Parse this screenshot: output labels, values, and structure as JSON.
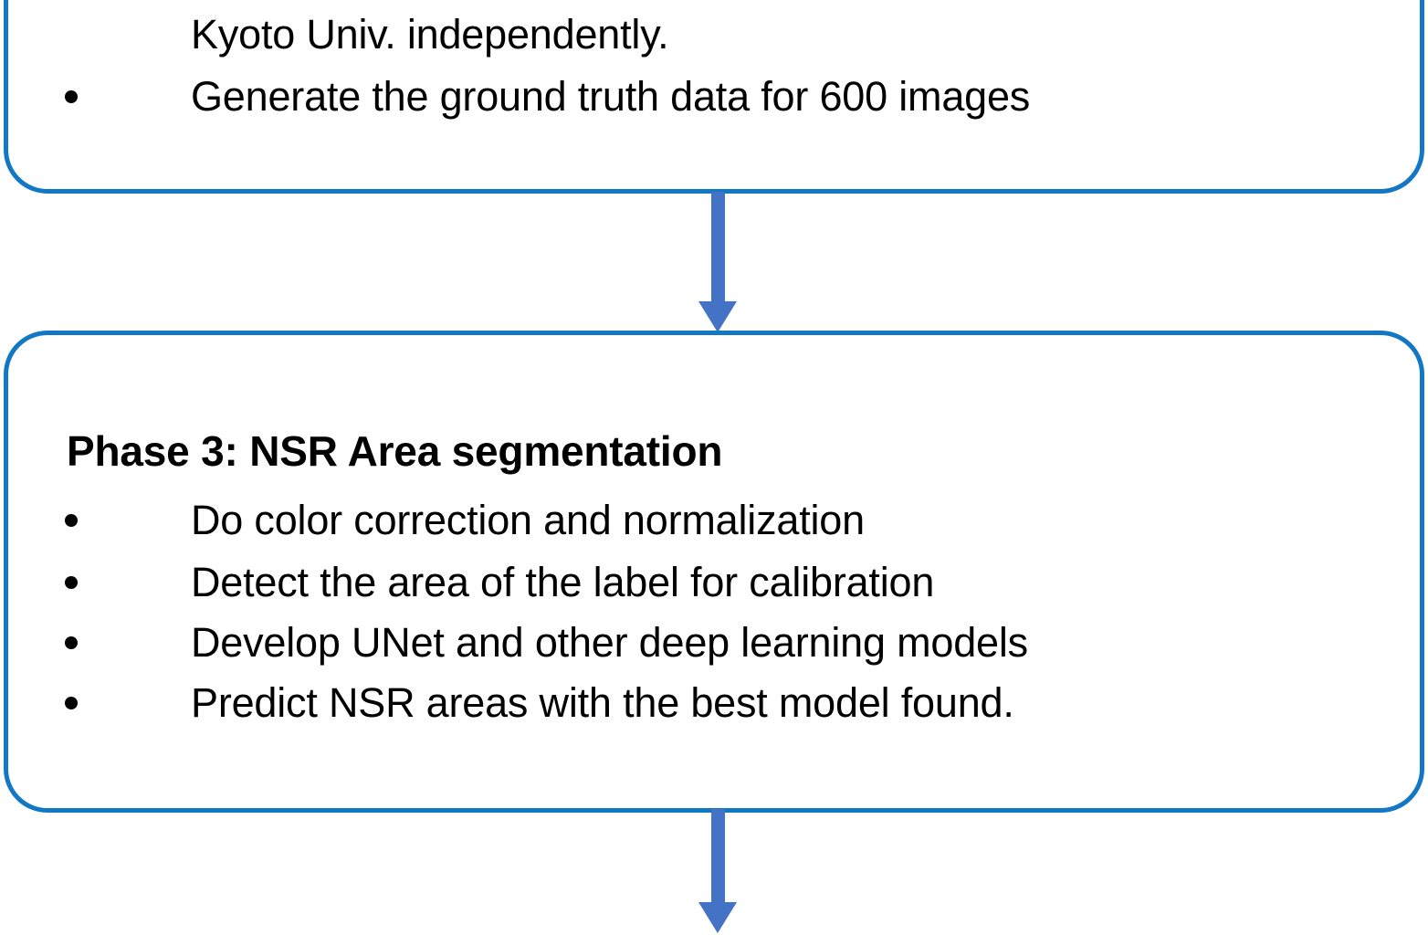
{
  "diagram": {
    "title": "Research workflow flowchart (partial view)",
    "colors": {
      "box_border": "#1277C4",
      "arrow": "#4472C4",
      "box_fill": "#FFFFFF",
      "text": "#000000"
    },
    "nodes": [
      {
        "id": "phase2",
        "shape": "rounded-rectangle",
        "clipped": "top",
        "heading": "",
        "lines": [
          {
            "bullet": false,
            "text": "Kyoto Univ. independently."
          },
          {
            "bullet": true,
            "text": "Generate the ground truth data for 600 images"
          }
        ]
      },
      {
        "id": "phase3",
        "shape": "rounded-rectangle",
        "clipped": "none",
        "heading": "Phase 3: NSR Area segmentation",
        "lines": [
          {
            "bullet": true,
            "text": "Do color correction and normalization"
          },
          {
            "bullet": true,
            "text": "Detect the area of the label for calibration"
          },
          {
            "bullet": true,
            "text": "Develop UNet and other deep learning models"
          },
          {
            "bullet": true,
            "text": "Predict NSR areas with the best model found."
          }
        ]
      }
    ],
    "connectors": [
      {
        "id": "arrow-1",
        "from": "phase2",
        "to": "phase3",
        "direction": "down"
      },
      {
        "id": "arrow-2",
        "from": "phase3",
        "to": "",
        "direction": "down",
        "clipped": "bottom"
      }
    ]
  }
}
